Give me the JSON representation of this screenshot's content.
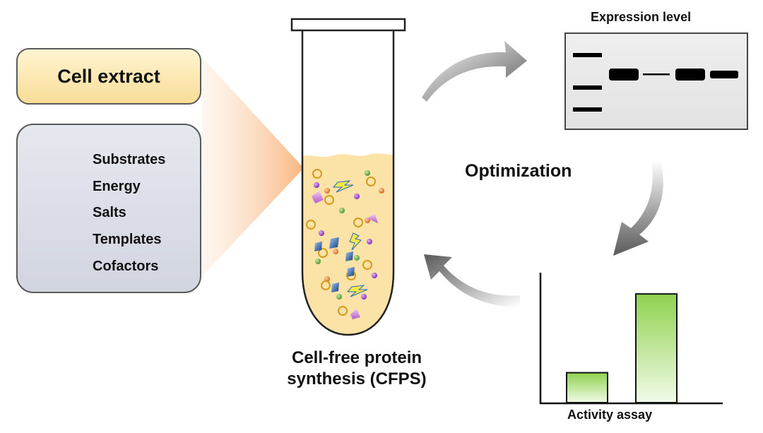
{
  "cell_extract": {
    "label": "Cell extract"
  },
  "components": [
    {
      "label": "Substrates",
      "icon": "substrate-spheres-icon"
    },
    {
      "label": "Energy",
      "icon": "lightning-bolt-icon"
    },
    {
      "label": "Salts",
      "icon": "salt-crystal-icon"
    },
    {
      "label": "Templates",
      "icon": "dna-plasmid-icon"
    },
    {
      "label": "Cofactors",
      "icon": "cofactor-trapezoid-icon"
    }
  ],
  "tube": {
    "line1": "Cell-free protein",
    "line2": "synthesis (CFPS)"
  },
  "optimization": {
    "label": "Optimization"
  },
  "expression": {
    "title": "Expression level"
  },
  "activity": {
    "title": "Activity assay",
    "bar_levels": [
      0.27,
      0.98
    ]
  },
  "colors": {
    "cell_extract_fill": "#f9dd97",
    "tube_liquid": "#fbe3a8",
    "components_fill": "#d9dce5",
    "bar_green": "#8fd14f",
    "arrow_gray": "#7a7a7a"
  }
}
